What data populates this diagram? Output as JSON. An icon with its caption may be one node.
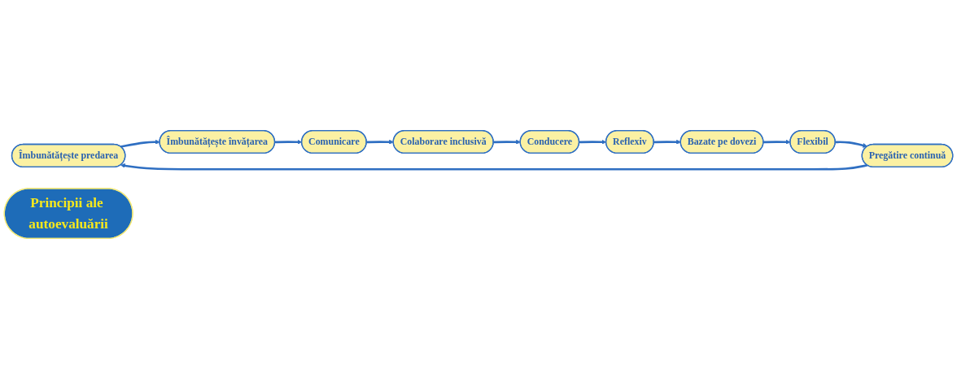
{
  "diagram": {
    "nodes": [
      {
        "text": [
          "Îmbunătățește predarea"
        ]
      },
      {
        "text": [
          "Îmbunătățește învățarea"
        ]
      },
      {
        "text": [
          "Comunicare"
        ]
      },
      {
        "text": [
          "Colaborare inclusivă"
        ]
      },
      {
        "text": [
          "Pregătire continuă"
        ]
      },
      {
        "text": [
          "Principii ale autoevaluării"
        ]
      },
      {
        "text": [
          "Conducere"
        ]
      },
      {
        "text": [
          "Flexibil"
        ]
      },
      {
        "text": [
          "Bazate pe dovezi"
        ]
      },
      {
        "text": [
          "Reflexiv"
        ]
      }
    ],
    "edges": [
      {
        "from": 0,
        "to": 1,
        "arrow": "to"
      },
      {
        "from": 1,
        "to": 2,
        "arrow": "to"
      },
      {
        "from": 2,
        "to": 3,
        "arrow": "to"
      },
      {
        "from": 3,
        "to": 6,
        "arrow": "to"
      },
      {
        "from": 6,
        "to": 9,
        "arrow": "to"
      },
      {
        "from": 9,
        "to": 8,
        "arrow": "to"
      },
      {
        "from": 8,
        "to": 7,
        "arrow": "to"
      },
      {
        "from": 7,
        "to": 4,
        "arrow": "to"
      },
      {
        "from": 4,
        "to": 0,
        "arrow": "to"
      }
    ]
  }
}
